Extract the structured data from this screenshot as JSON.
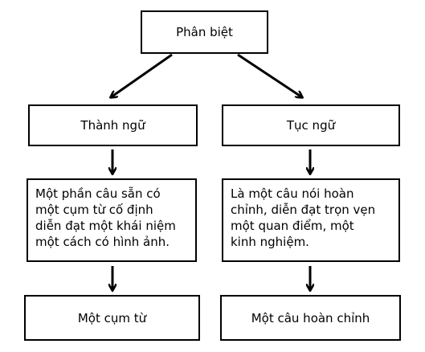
{
  "root": {
    "label": "Phân biệt"
  },
  "left": {
    "title": "Thành ngữ",
    "description": [
      "Một phần câu sẵn có",
      "một cụm từ cố định",
      "diễn đạt một khái niệm",
      "một cách có hình ảnh."
    ],
    "result": "Một cụm từ"
  },
  "right": {
    "title": "Tục ngữ",
    "description": [
      "Là một câu nói hoàn",
      "chỉnh, diễn đạt trọn vẹn",
      "một quan điểm, một",
      "kinh nghiệm."
    ],
    "result": "Một câu hoàn chỉnh"
  },
  "colors": {
    "stroke": "#000000",
    "background": "#ffffff"
  }
}
